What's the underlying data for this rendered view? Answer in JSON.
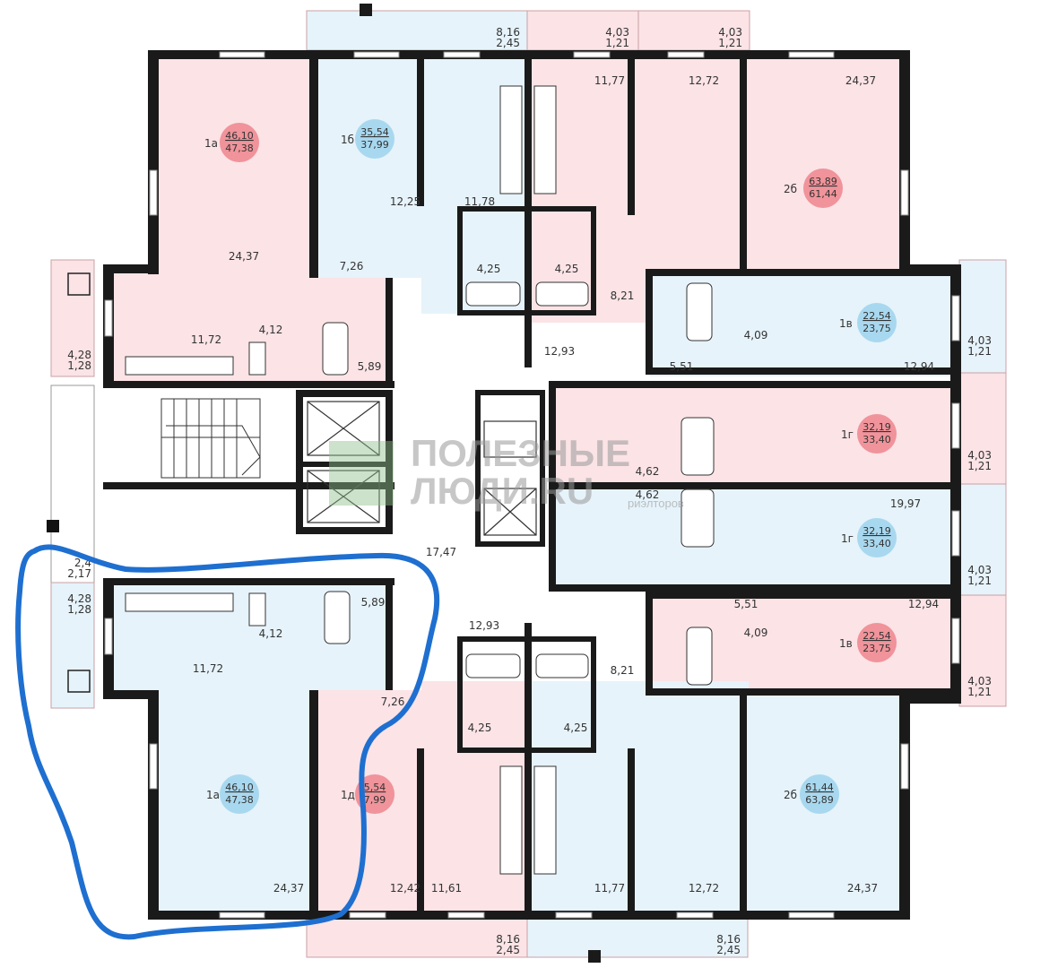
{
  "watermark": {
    "line1": "ПОЛЕЗНЫЕ",
    "line2": "ЛЮДИ.RU",
    "sub": "риэлторов"
  },
  "colors": {
    "pink": "#fbe3e6",
    "blue": "#e6f3fa",
    "badge_pink": "#f0939a",
    "badge_blue": "#a8d8ef",
    "wall": "#1a1a1a",
    "highlight": "#1e6fd0"
  },
  "units": [
    {
      "code": "1а",
      "area_top": "46,10",
      "area_bottom": "47,38",
      "badge": "pink"
    },
    {
      "code": "1б",
      "area_top": "35,54",
      "area_bottom": "37,99",
      "badge": "blue"
    },
    {
      "code": "2б",
      "area_top": "63,89",
      "area_bottom": "61,44",
      "badge": "pink"
    },
    {
      "code": "1в",
      "area_top": "22,54",
      "area_bottom": "23,75",
      "badge": "blue"
    },
    {
      "code": "1г",
      "area_top": "32,19",
      "area_bottom": "33,40",
      "badge": "pink"
    },
    {
      "code": "1г",
      "area_top": "32,19",
      "area_bottom": "33,40",
      "badge": "blue"
    },
    {
      "code": "1в",
      "area_top": "22,54",
      "area_bottom": "23,75",
      "badge": "pink"
    },
    {
      "code": "2б",
      "area_top": "61,44",
      "area_bottom": "63,89",
      "badge": "blue"
    },
    {
      "code": "1д",
      "area_top": "5,54",
      "area_bottom": "7,99",
      "badge": "pink"
    },
    {
      "code": "1а",
      "area_top": "46,10",
      "area_bottom": "47,38",
      "badge": "blue"
    }
  ],
  "balconies": [
    {
      "top": "8,16",
      "bottom": "2,45"
    },
    {
      "top": "4,03",
      "bottom": "1,21"
    },
    {
      "top": "4,03",
      "bottom": "1,21"
    },
    {
      "top": "4,28",
      "bottom": "1,28"
    },
    {
      "top": "4,03",
      "bottom": "1,21"
    },
    {
      "top": "4,03",
      "bottom": "1,21"
    },
    {
      "top": "4,03",
      "bottom": "1,21"
    },
    {
      "top": "4,03",
      "bottom": "1,21"
    },
    {
      "top": "2,4",
      "bottom": "2,17"
    },
    {
      "top": "4,28",
      "bottom": "1,28"
    },
    {
      "top": "8,16",
      "bottom": "2,45"
    },
    {
      "top": "8,16",
      "bottom": "2,45"
    }
  ],
  "room_labels": [
    "12,25",
    "11,78",
    "11,77",
    "12,72",
    "24,37",
    "24,37",
    "7,26",
    "4,25",
    "4,25",
    "8,21",
    "12,93",
    "4,12",
    "11,72",
    "5,89",
    "4,09",
    "5,51",
    "12,94",
    "4,62",
    "4,62",
    "19,97",
    "17,47",
    "5,51",
    "12,94",
    "4,09",
    "5,89",
    "4,12",
    "12,93",
    "11,72",
    "8,21",
    "7,26",
    "4,25",
    "4,25",
    "24,37",
    "12,42",
    "11,61",
    "11,77",
    "12,72",
    "24,37"
  ]
}
